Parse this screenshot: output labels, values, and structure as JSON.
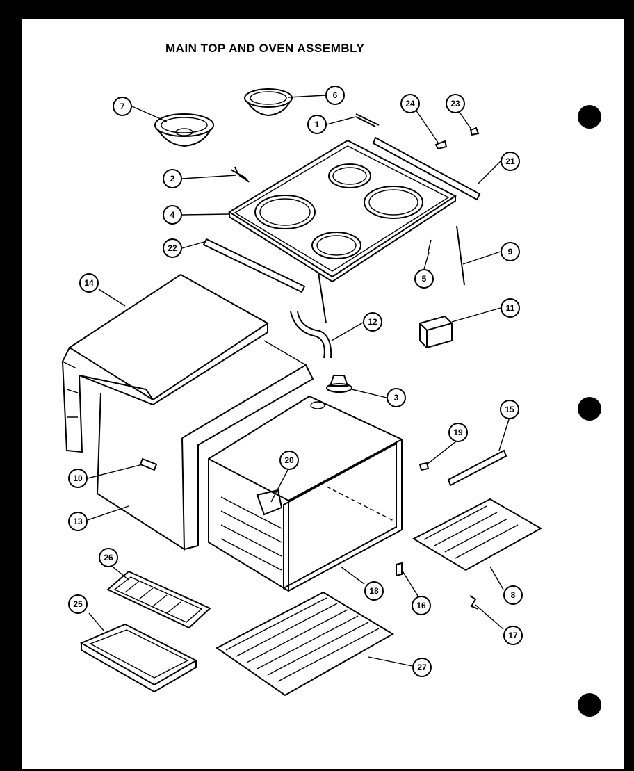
{
  "title": "MAIN TOP AND OVEN ASSEMBLY",
  "callouts": [
    {
      "label": "7"
    },
    {
      "label": "6"
    },
    {
      "label": "1"
    },
    {
      "label": "24"
    },
    {
      "label": "23"
    },
    {
      "label": "2"
    },
    {
      "label": "21"
    },
    {
      "label": "4"
    },
    {
      "label": "22"
    },
    {
      "label": "9"
    },
    {
      "label": "5"
    },
    {
      "label": "14"
    },
    {
      "label": "12"
    },
    {
      "label": "11"
    },
    {
      "label": "3"
    },
    {
      "label": "15"
    },
    {
      "label": "19"
    },
    {
      "label": "20"
    },
    {
      "label": "10"
    },
    {
      "label": "13"
    },
    {
      "label": "26"
    },
    {
      "label": "18"
    },
    {
      "label": "8"
    },
    {
      "label": "16"
    },
    {
      "label": "25"
    },
    {
      "label": "17"
    },
    {
      "label": "27"
    }
  ]
}
